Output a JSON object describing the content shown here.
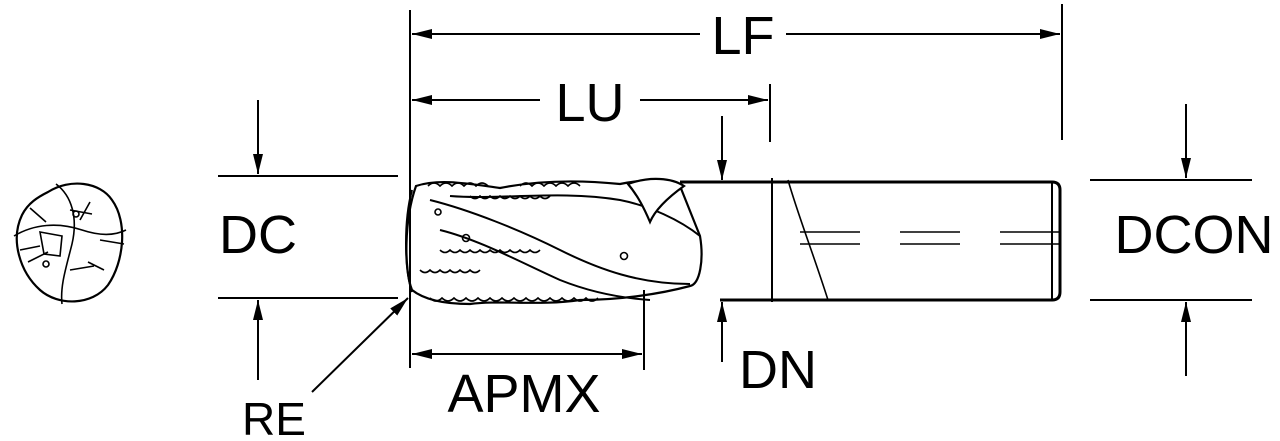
{
  "labels": {
    "lf": "LF",
    "lu": "LU",
    "dc": "DC",
    "dcon": "DCON",
    "dn": "DN",
    "apmx": "APMX",
    "re": "RE"
  }
}
